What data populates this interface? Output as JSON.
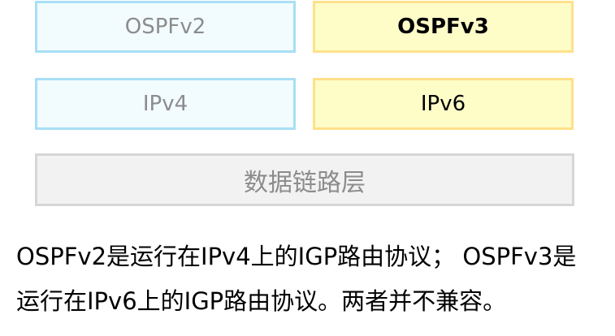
{
  "diagram": {
    "row1": {
      "left": "OSPFv2",
      "right": "OSPFv3"
    },
    "row2": {
      "left": "IPv4",
      "right": "IPv6"
    },
    "row3": {
      "label": "数据链路层"
    }
  },
  "caption": {
    "line1": "OSPFv2是运行在IPv4上的IGP路由协议； OSPFv3是",
    "line2": "运行在IPv6上的IGP路由协议。两者并不兼容。"
  },
  "colors": {
    "v2_fill": "#f2fbfe",
    "v2_border": "#a8dff5",
    "v3_fill": "#fefdc8",
    "v3_border": "#ffe08a",
    "layer_fill": "#f2f2f2",
    "layer_border": "#d6d6d6",
    "muted_text": "#8c8c8c"
  }
}
